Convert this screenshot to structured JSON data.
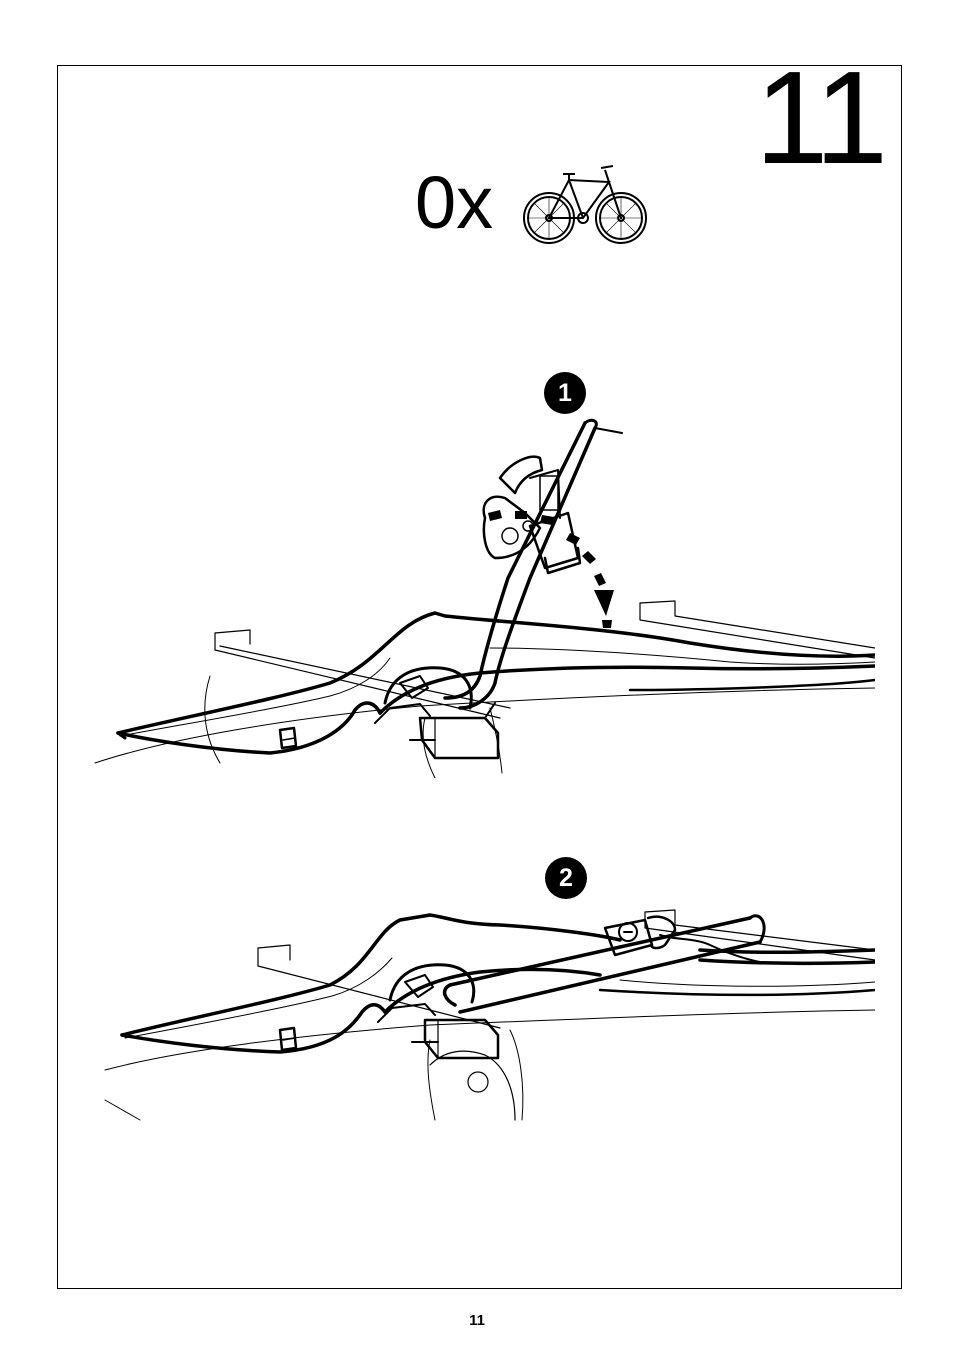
{
  "step": {
    "number": "11"
  },
  "quantity": {
    "label": "0x",
    "icon": "bicycle-icon"
  },
  "badges": {
    "first": "1",
    "second": "2"
  },
  "footer": {
    "page_number": "11"
  }
}
